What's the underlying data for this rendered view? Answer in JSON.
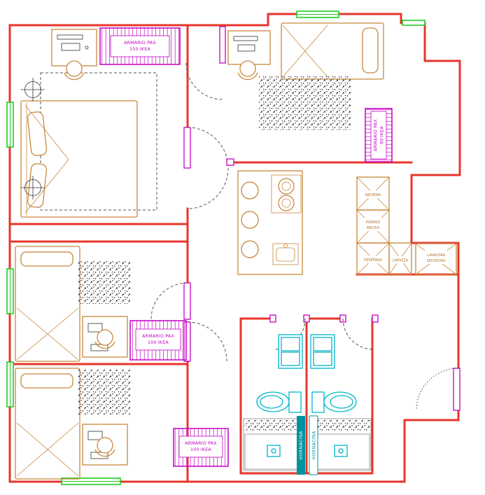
{
  "plan": {
    "wardrobes": [
      {
        "line1": "ARMARIO PAX",
        "line2": "150 IKEA"
      },
      {
        "line1": "ARMARIO PAX",
        "line2": "80 IKEA"
      },
      {
        "line1": "ARMARIO PAX",
        "line2": "100 IKEA"
      },
      {
        "line1": "ARMARIO PAX",
        "line2": "100 IKEA"
      }
    ],
    "kitchen": {
      "fridge": "NEVERA",
      "oven_line1": "HORNO",
      "oven_line2": "MICRO",
      "pantry": "DESPENSA",
      "cleaning": "LIMPIEZA",
      "laundry_line1": "LAVADORA",
      "laundry_line2": "SECADORA"
    },
    "bathroom": {
      "niche_left": "HORNACINA",
      "niche_right": "HORNACINA"
    },
    "colors": {
      "wall": "#e8352b",
      "furniture": "#c8873c",
      "wardrobe": "#c400c4",
      "fixture": "#00b7c8",
      "window": "#22cc22",
      "niche": "#00939f"
    }
  }
}
